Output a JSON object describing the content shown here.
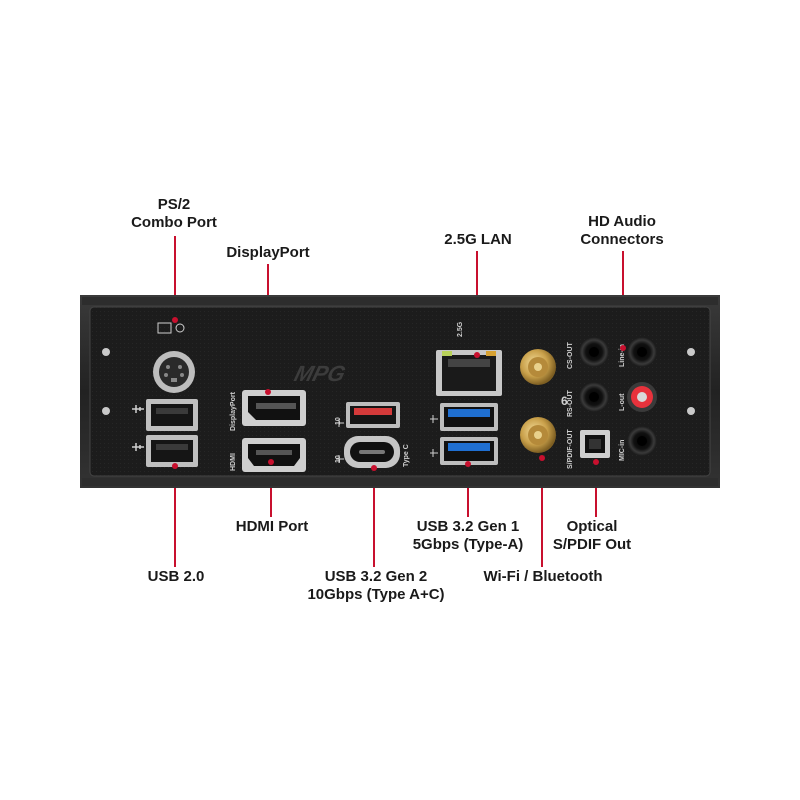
{
  "callouts": {
    "ps2": [
      "PS/2",
      "Combo Port"
    ],
    "displayport": [
      "DisplayPort"
    ],
    "lan": [
      "2.5G LAN"
    ],
    "audio": [
      "HD Audio",
      "Connectors"
    ],
    "hdmi": [
      "HDMI Port"
    ],
    "usb2": [
      "USB 2.0"
    ],
    "usb32g2": [
      "USB 3.2 Gen 2",
      "10Gbps (Type A+C)"
    ],
    "usb32g1": [
      "USB 3.2 Gen 1",
      "5Gbps (Type-A)"
    ],
    "wifi": [
      "Wi-Fi / Bluetooth"
    ],
    "optical": [
      "Optical",
      "S/PDIF Out"
    ]
  },
  "panel_labels": {
    "logo": "MPG",
    "displayport_label": "DisplayPort",
    "hdmi_label": "HDMI",
    "type_c_label": "Type C",
    "lan_speed": "2.5G",
    "wifi_label": "6",
    "cs_out": "CS-OUT",
    "rs_out": "RS-OUT",
    "spdif_out": "S/PDIF-OUT",
    "line_in": "Line-in",
    "line_out": "L-out",
    "mic_in": "MIC-in",
    "ss10": "10"
  },
  "colors": {
    "accent": "#c8102e",
    "panel": "#1c1c1c",
    "usb3_blue": "#1f6fd1",
    "usb32g2_red": "#d43a3a",
    "audio_pink": "#e8323c"
  }
}
